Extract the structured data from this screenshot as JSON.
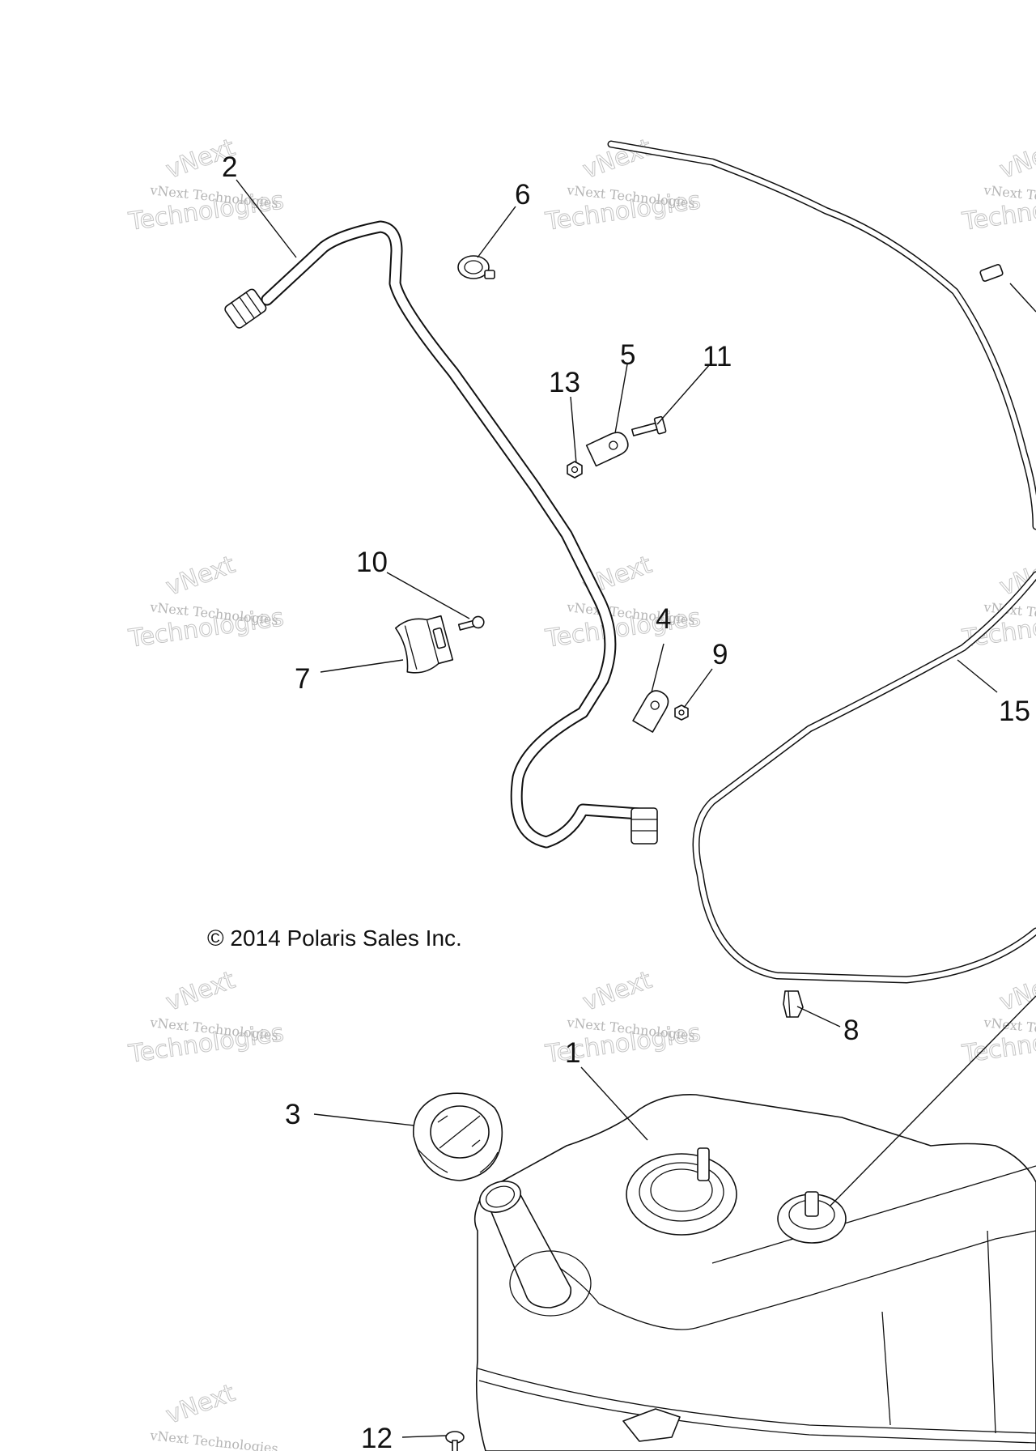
{
  "copyright": "© 2014 Polaris Sales Inc.",
  "watermark": {
    "line1": "vNext Technologies",
    "line2": "Technologies",
    "line3": "vNext"
  },
  "callouts": [
    "1",
    "2",
    "3",
    "4",
    "5",
    "6",
    "7",
    "8",
    "9",
    "10",
    "11",
    "12",
    "13",
    "15"
  ],
  "parts": [
    {
      "number": "1",
      "kind": "fuel-tank"
    },
    {
      "number": "2",
      "kind": "fuel-hose"
    },
    {
      "number": "3",
      "kind": "fuel-cap"
    },
    {
      "number": "4",
      "kind": "hose-clamp"
    },
    {
      "number": "5",
      "kind": "hose-clamp"
    },
    {
      "number": "6",
      "kind": "hose-clip"
    },
    {
      "number": "7",
      "kind": "hose-retainer"
    },
    {
      "number": "8",
      "kind": "clip"
    },
    {
      "number": "9",
      "kind": "nut"
    },
    {
      "number": "10",
      "kind": "screw"
    },
    {
      "number": "11",
      "kind": "bolt"
    },
    {
      "number": "12",
      "kind": "push-rivet"
    },
    {
      "number": "13",
      "kind": "nut"
    },
    {
      "number": "15",
      "kind": "vent-hose"
    }
  ]
}
